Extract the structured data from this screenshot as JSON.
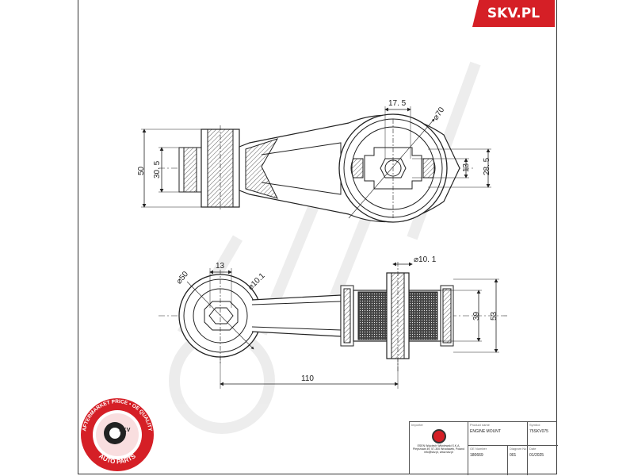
{
  "brand": {
    "logo_text": "SKV.PL",
    "color": "#d51f26"
  },
  "seal": {
    "ring_text": "AFTERMARKET PRICE • OE QUALITY",
    "bottom_text": "AUTO PARTS",
    "center_text": "SKV",
    "color": "#d51f26"
  },
  "top_view": {
    "dim_17_5": "17. 5",
    "dim_d70": "⌀70",
    "dim_50": "50",
    "dim_30_5": "30. 5",
    "dim_13": "13",
    "dim_28_5": "28. 5"
  },
  "bottom_view": {
    "dim_d50": "⌀50",
    "dim_13": "13",
    "dim_d10_1_left": "⌀10.1",
    "dim_d10_1_right": "⌀10. 1",
    "dim_39": "39",
    "dim_53": "53",
    "dim_110": "110"
  },
  "title_block": {
    "importer_label": "Importer",
    "company_lines": [
      "ESEN Wojciech Wiśniewski S.K.A.",
      "Pieprzowa 49, 57-300 Wrocławek, Poland",
      "info@skv.pl, www.skv.pl"
    ],
    "product_name_label": "Product name",
    "product_name": "ENGINE MOUNT",
    "symbol_label": "Symbol",
    "symbol": "75SKV075",
    "oe_number_label": "OE Number",
    "oe_number": "180669",
    "diagram_no_label": "Diagram No",
    "diagram_no": "001",
    "date_label": "Date",
    "date": "01/2025"
  }
}
